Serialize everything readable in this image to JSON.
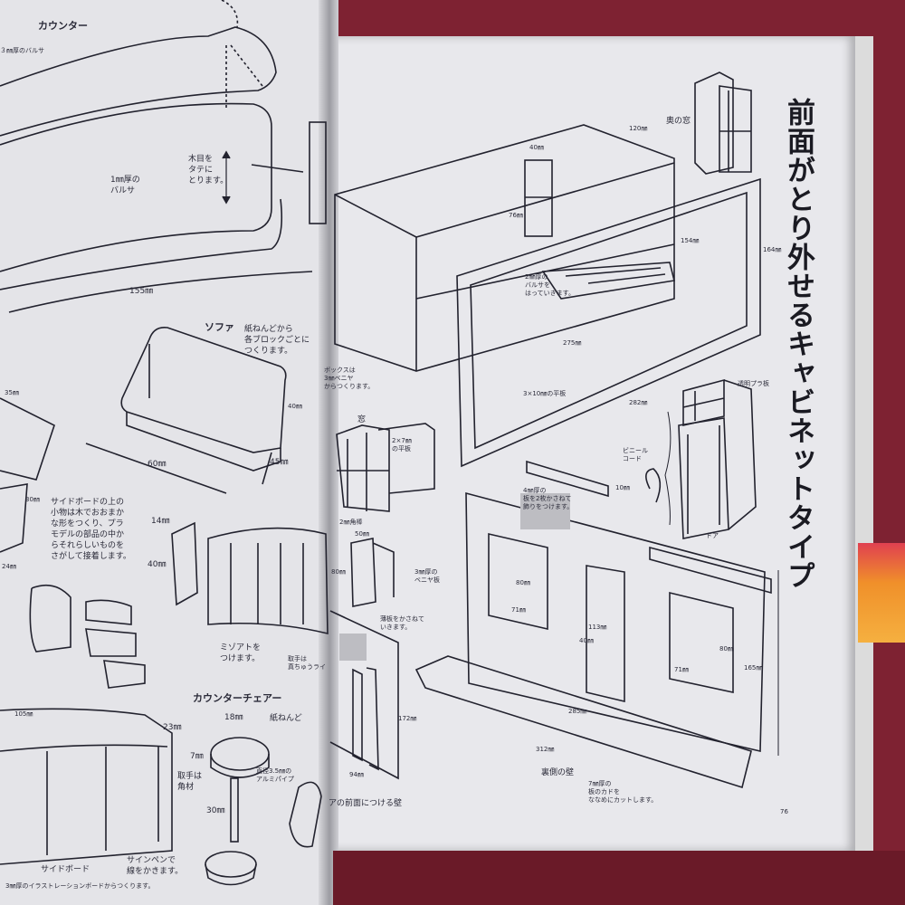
{
  "title": "前面がとり外せるキャビネットタイプ",
  "page_number": "76",
  "labels": [
    "カウンター",
    "３㎜厚のバルサ",
    "木目を\nタテに\nとります。",
    "1㎜厚の\nバルサ",
    "155㎜",
    "ソファ",
    "紙ねんどから\n各ブロックごとに\nつくります。",
    "35㎜",
    "40㎜",
    "60㎜",
    "45㎜",
    "30㎜",
    "サイドボードの上の\n小物は木でおおまか\nな形をつくり、プラ\nモデルの部品の中か\nらそれらしいものを\nさがして接着します。",
    "14㎜",
    "40㎜",
    "24㎜",
    "ミゾアトを\nつけます。",
    "取手は\n真ちゅうライ",
    "カウンターチェアー",
    "18㎜",
    "紙ねんど",
    "23㎜",
    "105㎜",
    "7㎜",
    "取手は\n角材",
    "直径3.5㎜の\nアルミパイプ",
    "30㎜",
    "サインペンで\n線をかきます。",
    "サイドボード",
    "3㎜厚のイラストレーションボードからつくります。",
    "奥の窓",
    "120㎜",
    "40㎜",
    "76㎜",
    "154㎜",
    "164㎜",
    "2㎜厚の\nバルサを\nはっていきます。",
    "275㎜",
    "ボックスは\n3㎜ベニヤ\nからつくります。",
    "3×10㎜の平板",
    "282㎜",
    "透明プラ板",
    "窓",
    "2×7㎜\nの平板",
    "ビニール\nコード",
    "10㎜",
    "4㎜厚の\n板を2枚かさねて\n飾りをつけます。",
    "ドア",
    "2㎜角棒",
    "50㎜",
    "80㎜",
    "3㎜厚の\nベニヤ板",
    "80㎜",
    "71㎜",
    "113㎜",
    "40㎜",
    "80㎜",
    "71㎜",
    "165㎜",
    "薄板をかさねて\nいきます。",
    "172㎜",
    "285㎜",
    "312㎜",
    "裏側の壁",
    "94㎜",
    "アの前面につける壁",
    "7㎜厚の\n板のカドを\nななめにカットします。"
  ]
}
